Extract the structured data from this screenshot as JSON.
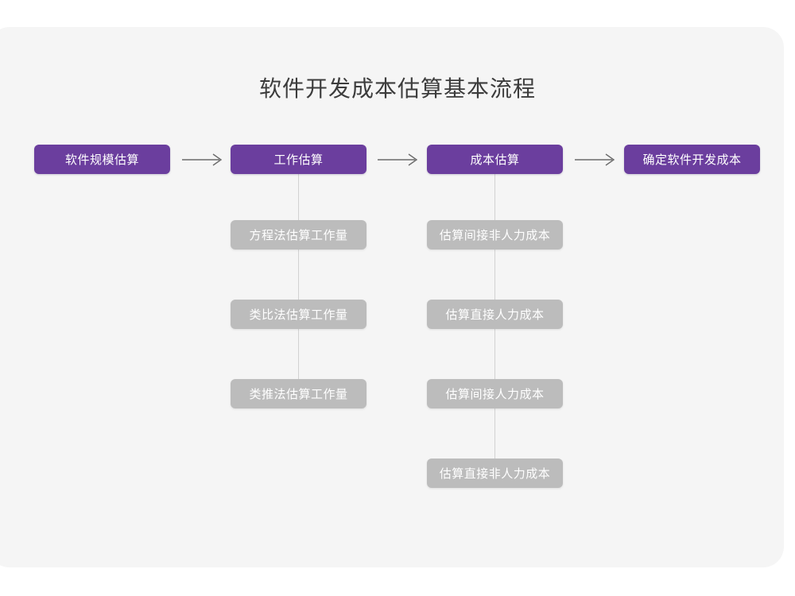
{
  "page": {
    "title": "软件开发成本估算基本流程",
    "background_color": "#ffffff",
    "card_color": "#f5f5f5"
  },
  "colors": {
    "primary": "#6b3e9e",
    "secondary": "#bcbcbc",
    "connector": "#d2d2d2",
    "arrow": "#6b6b6b",
    "title_text": "#3c3c3c",
    "node_text": "#ffffff"
  },
  "flow": {
    "main_steps": [
      {
        "id": "scale",
        "label": "软件规模估算"
      },
      {
        "id": "effort",
        "label": "工作估算"
      },
      {
        "id": "cost",
        "label": "成本估算"
      },
      {
        "id": "final",
        "label": "确定软件开发成本"
      }
    ],
    "arrows": [
      {
        "id": "arrow-1",
        "from": "scale",
        "to": "effort",
        "glyph": "arrow-right"
      },
      {
        "id": "arrow-2",
        "from": "effort",
        "to": "cost",
        "glyph": "arrow-right"
      },
      {
        "id": "arrow-3",
        "from": "cost",
        "to": "final",
        "glyph": "arrow-right"
      }
    ],
    "effort_branch": {
      "parent": "effort",
      "items": [
        {
          "id": "eff-1",
          "label": "方程法估算工作量"
        },
        {
          "id": "eff-2",
          "label": "类比法估算工作量"
        },
        {
          "id": "eff-3",
          "label": "类推法估算工作量"
        }
      ]
    },
    "cost_branch": {
      "parent": "cost",
      "items": [
        {
          "id": "cost-1",
          "label": "估算间接非人力成本"
        },
        {
          "id": "cost-2",
          "label": "估算直接人力成本"
        },
        {
          "id": "cost-3",
          "label": "估算间接人力成本"
        },
        {
          "id": "cost-4",
          "label": "估算直接非人力成本"
        }
      ]
    }
  }
}
